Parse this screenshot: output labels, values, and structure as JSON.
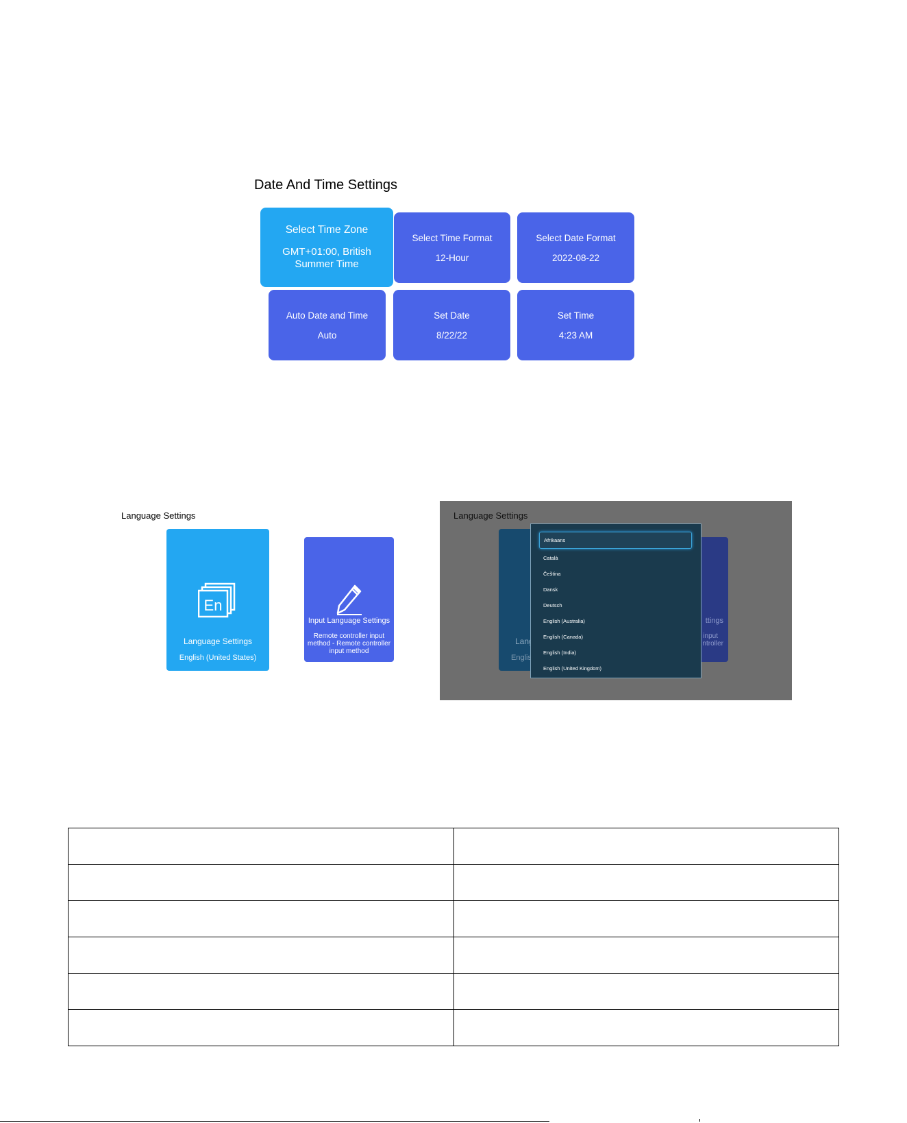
{
  "datetime": {
    "title": "Date And Time Settings",
    "tiles": [
      {
        "label": "Select Time Zone",
        "value": "GMT+01:00, British Summer Time"
      },
      {
        "label": "Select Time Format",
        "value": "12-Hour"
      },
      {
        "label": "Select Date Format",
        "value": "2022-08-22"
      },
      {
        "label": "Auto Date and Time",
        "value": "Auto"
      },
      {
        "label": "Set Date",
        "value": "8/22/22"
      },
      {
        "label": "Set Time",
        "value": "4:23 AM"
      }
    ]
  },
  "language": {
    "title": "Language Settings",
    "card_language": {
      "icon_text": "En",
      "label": "Language Settings",
      "value": "English (United States)"
    },
    "card_input": {
      "label": "Input Language Settings",
      "value": "Remote controller input method - Remote controller input method"
    }
  },
  "dialog_screen": {
    "title": "Language Settings",
    "bg_card_language": {
      "label": "Lang",
      "value": "Englis"
    },
    "bg_card_input": {
      "label": "ttings",
      "value_line1": "input",
      "value_line2": "ntroller"
    },
    "options": [
      "Afrikaans",
      "Català",
      "Čeština",
      "Dansk",
      "Deutsch",
      "English (Australia)",
      "English (Canada)",
      "English (India)",
      "English (United Kingdom)"
    ],
    "selected_index": 0
  },
  "colors": {
    "tile_blue": "#4a64e8",
    "tile_focused": "#23a7f2",
    "dialog_bg": "#1a3a4d",
    "overlay_gray": "#6e6e6e"
  }
}
